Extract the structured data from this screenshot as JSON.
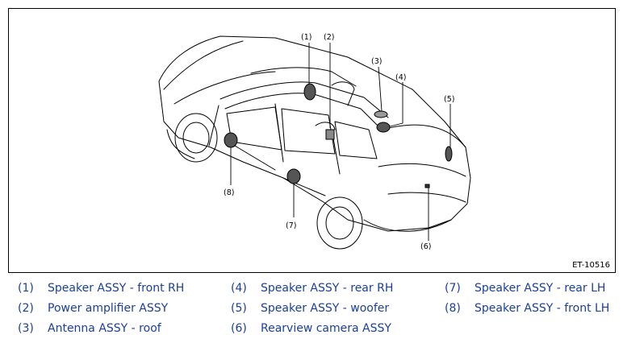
{
  "figure": {
    "id": "ET-10516",
    "callouts": [
      "(1)",
      "(2)",
      "(3)",
      "(4)",
      "(5)",
      "(6)",
      "(7)",
      "(8)"
    ]
  },
  "legend": {
    "items": [
      {
        "num": "(1)",
        "label": "Speaker ASSY - front RH"
      },
      {
        "num": "(2)",
        "label": "Power amplifier ASSY"
      },
      {
        "num": "(3)",
        "label": "Antenna ASSY - roof"
      },
      {
        "num": "(4)",
        "label": "Speaker ASSY - rear RH"
      },
      {
        "num": "(5)",
        "label": "Speaker ASSY - woofer"
      },
      {
        "num": "(6)",
        "label": "Rearview camera ASSY"
      },
      {
        "num": "(7)",
        "label": "Speaker ASSY - rear LH"
      },
      {
        "num": "(8)",
        "label": "Speaker ASSY - front LH"
      }
    ]
  },
  "colors": {
    "legend_text": "#1a3f9e",
    "line": "#000000"
  }
}
